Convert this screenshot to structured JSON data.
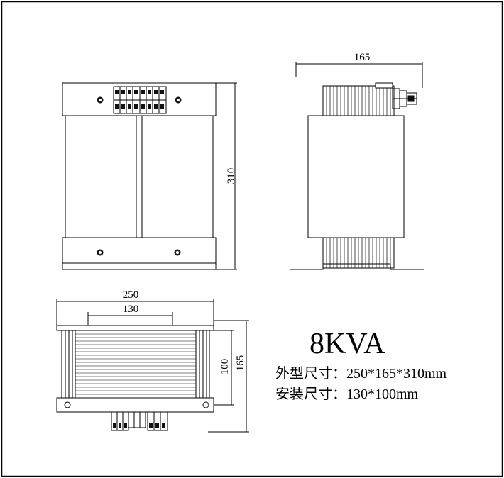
{
  "dimensions": {
    "side_width": "165",
    "front_height": "310",
    "top_width": "250",
    "top_mount_width": "130",
    "top_mount_depth": "100",
    "top_depth": "165"
  },
  "title": "8KVA",
  "specs": {
    "outline_size": "外型尺寸：250*165*310mm",
    "mounting_size": "安装尺寸：130*100mm"
  }
}
